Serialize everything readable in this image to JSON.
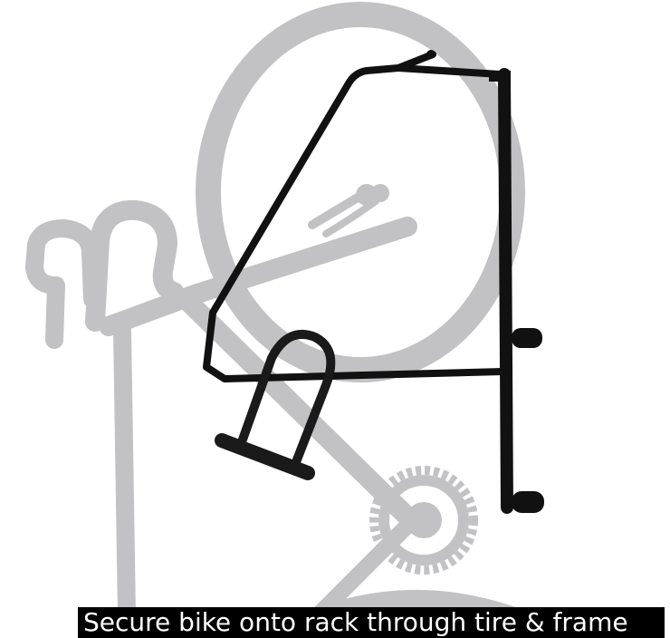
{
  "caption": "Secure bike onto rack through tire & frame",
  "colors": {
    "background": "#ffffff",
    "bike": "#c2c2c4",
    "rack": "#111111",
    "lock": "#1a1a1a",
    "caption_bg": "#000000",
    "caption_text": "#ffffff"
  },
  "parts": [
    "wall-mounted-rack",
    "front-wheel",
    "handlebar",
    "u-lock",
    "chainring",
    "bike-frame"
  ]
}
